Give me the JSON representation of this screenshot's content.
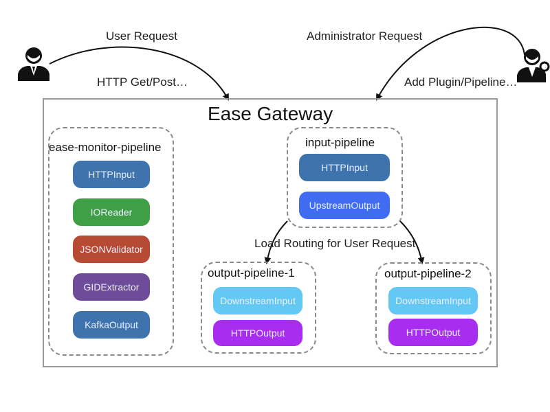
{
  "top_labels": {
    "user_request": "User Request",
    "http_get_post": "HTTP Get/Post…",
    "admin_request": "Administrator Request",
    "add_plugin": "Add Plugin/Pipeline…",
    "load_routing": "Load Routing for User Request"
  },
  "gateway": {
    "title": "Ease Gateway"
  },
  "monitor_pipeline": {
    "title": "ease-monitor-pipeline",
    "nodes": [
      "HTTPInput",
      "IOReader",
      "JSONValidator",
      "GIDExtractor",
      "KafkaOutput"
    ]
  },
  "input_pipeline": {
    "title": "input-pipeline",
    "nodes": [
      "HTTPInput",
      "UpstreamOutput"
    ]
  },
  "output_pipeline_1": {
    "title": "output-pipeline-1",
    "nodes": [
      "DownstreamInput",
      "HTTPOutput"
    ]
  },
  "output_pipeline_2": {
    "title": "output-pipeline-2",
    "nodes": [
      "DownstreamInput",
      "HTTPOutput"
    ]
  },
  "colors": {
    "http_input": "#3e73ad",
    "io_reader": "#3f9e46",
    "json_validator": "#b64a33",
    "gid_extractor": "#6e4c9a",
    "upstream_output": "#3f6cf0",
    "downstream_input": "#64c8f5",
    "http_output": "#a92df0"
  },
  "icons": {
    "user": "user-icon",
    "admin": "admin-key-icon"
  }
}
